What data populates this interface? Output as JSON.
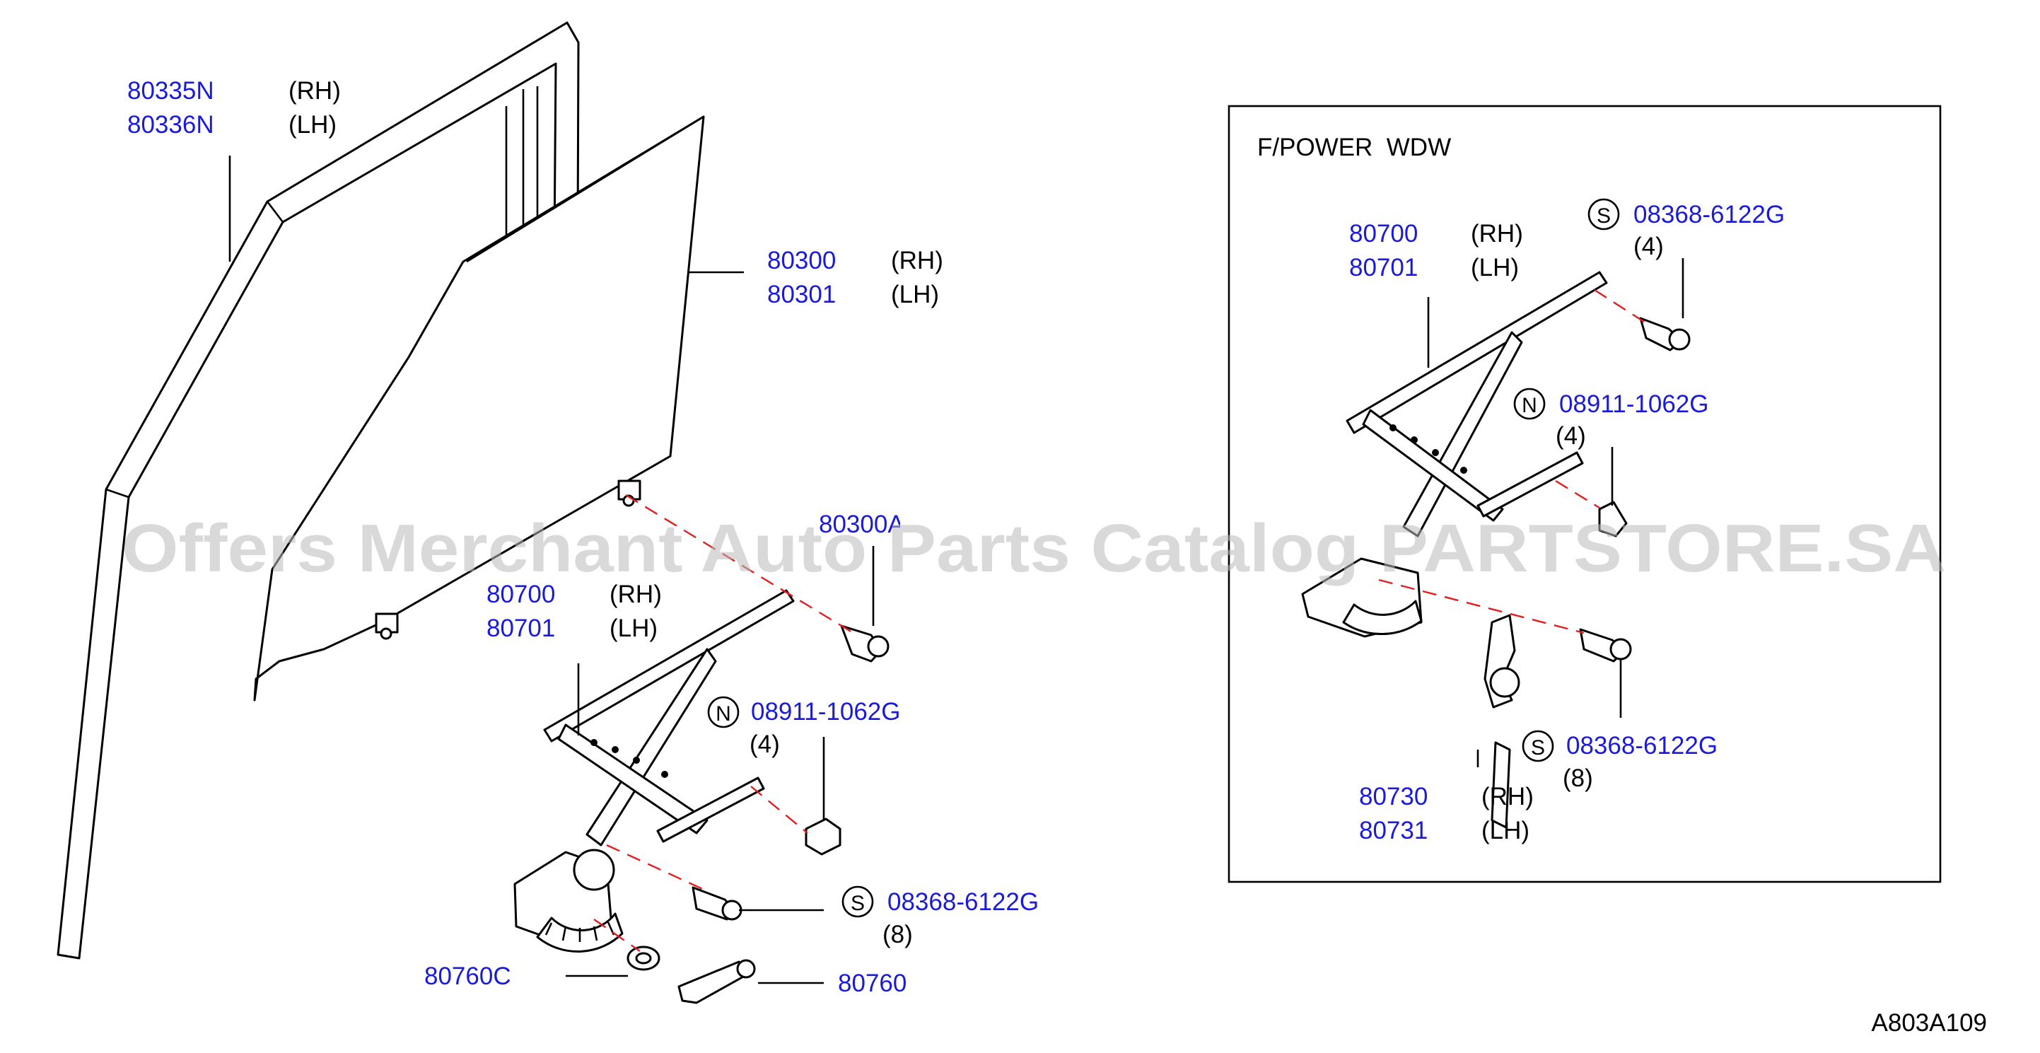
{
  "inset_title": "F/POWER  WDW",
  "watermark": "Offers Merchant Auto Parts Catalog PARTSTORE.SA",
  "diagram_code": "A803A109",
  "colors": {
    "part_number": "#1a1adc",
    "leader_dash": "#e02020",
    "watermark": "#b9b9b9"
  },
  "labels": {
    "sash_rh": {
      "part": "80335N",
      "side": "(RH)"
    },
    "sash_lh": {
      "part": "80336N",
      "side": "(LH)"
    },
    "glass_rh": {
      "part": "80300",
      "side": "(RH)"
    },
    "glass_lh": {
      "part": "80301",
      "side": "(LH)"
    },
    "glass_cut": {
      "part": "80300A"
    },
    "reg_rh": {
      "part": "80700",
      "side": "(RH)"
    },
    "reg_lh": {
      "part": "80701",
      "side": "(LH)"
    },
    "nut": {
      "symbol": "N",
      "part": "08911-1062G",
      "qty": "(4)"
    },
    "bolt": {
      "symbol": "S",
      "part": "08368-6122G",
      "qty": "(8)"
    },
    "escutcheon": {
      "part": "80760C"
    },
    "handle": {
      "part": "80760"
    },
    "inset_reg_rh": {
      "part": "80700",
      "side": "(RH)"
    },
    "inset_reg_lh": {
      "part": "80701",
      "side": "(LH)"
    },
    "inset_bolt_top": {
      "symbol": "S",
      "part": "08368-6122G",
      "qty": "(4)"
    },
    "inset_nut": {
      "symbol": "N",
      "part": "08911-1062G",
      "qty": "(4)"
    },
    "inset_bolt_bottom": {
      "symbol": "S",
      "part": "08368-6122G",
      "qty": "(8)"
    },
    "motor_rh": {
      "part": "80730",
      "side": "(RH)"
    },
    "motor_lh": {
      "part": "80731",
      "side": "(LH)"
    }
  }
}
